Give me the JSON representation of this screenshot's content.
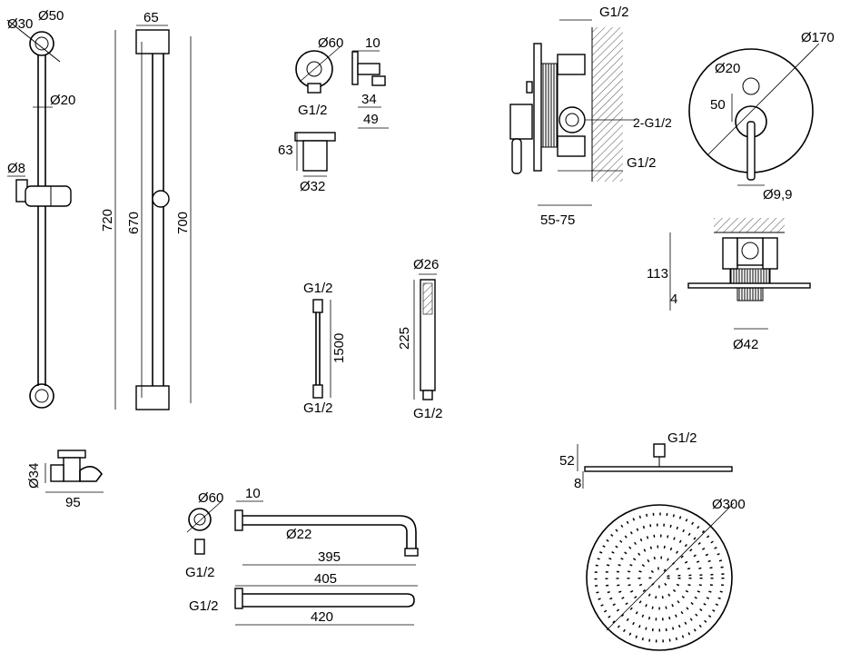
{
  "labels": {
    "slide_top_d30": "Ø30",
    "slide_top_d50": "Ø50",
    "slide_pipe_d20": "Ø20",
    "slide_holder_d8": "Ø8",
    "rail_width": "65",
    "rail_720": "720",
    "rail_670": "670",
    "rail_700": "700",
    "outlet_d60": "Ø60",
    "outlet_10": "10",
    "outlet_g12": "G1/2",
    "outlet_34": "34",
    "outlet_49": "49",
    "outlet_63": "63",
    "outlet_d32": "Ø32",
    "hose_g12_top": "G1/2",
    "hose_1500": "1500",
    "hose_g12_bottom": "G1/2",
    "hand_d26": "Ø26",
    "hand_225": "225",
    "hand_g12": "G1/2",
    "valve_g12_top": "G1/2",
    "valve_2g12": "2-G1/2",
    "valve_g12_bottom": "G1/2",
    "valve_55_75": "55-75",
    "plate_d170": "Ø170",
    "plate_d20": "Ø20",
    "plate_50": "50",
    "plate_d99": "Ø9,9",
    "side_113": "113",
    "side_4": "4",
    "side_d42": "Ø42",
    "holder_d34": "Ø34",
    "holder_95": "95",
    "arm_d60": "Ø60",
    "arm_10": "10",
    "arm_d22": "Ø22",
    "arm_395": "395",
    "arm_405": "405",
    "arm_g12": "G1/2",
    "arm2_g12": "G1/2",
    "arm2_420": "420",
    "head_g12": "G1/2",
    "head_52": "52",
    "head_8": "8",
    "head_d300": "Ø300"
  },
  "colors": {
    "line": "#000000",
    "background": "#ffffff",
    "hatch": "#555555"
  }
}
